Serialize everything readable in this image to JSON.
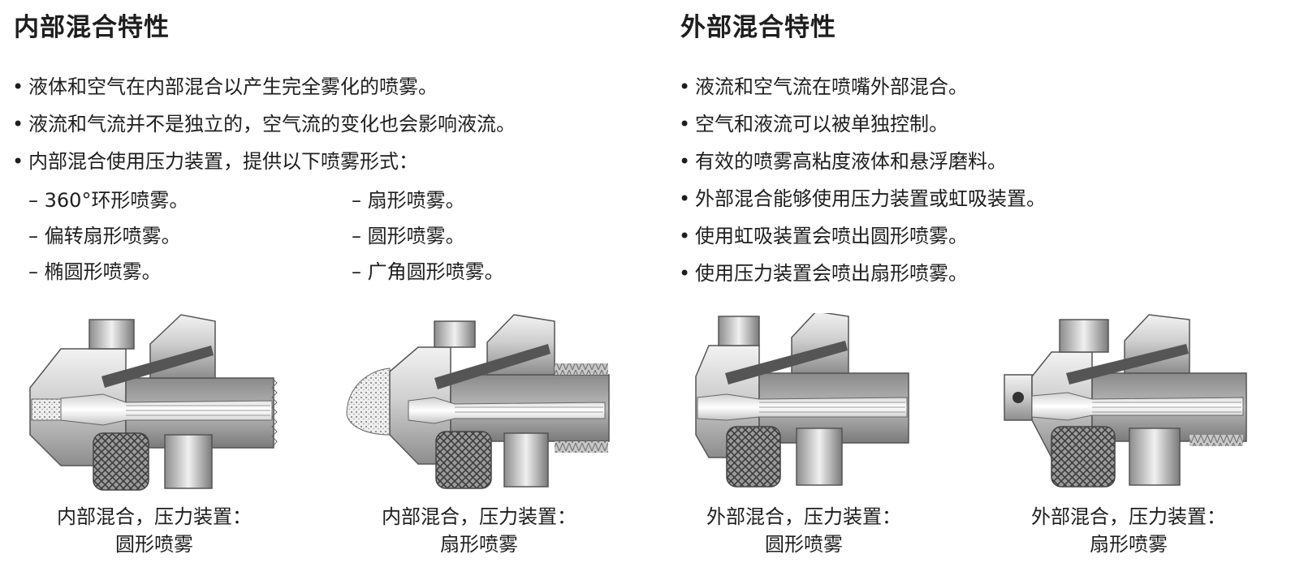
{
  "left": {
    "title": "内部混合特性",
    "bullets": [
      "液体和空气在内部混合以产生完全雾化的喷雾。",
      "液流和气流并不是独立的，空气流的变化也会影响液流。",
      "内部混合使用压力装置，提供以下喷雾形式："
    ],
    "sub_bullets": [
      "– 360°环形喷雾。",
      "– 扇形喷雾。",
      "– 偏转扇形喷雾。",
      "– 圆形喷雾。",
      "– 椭圆形喷雾。",
      "– 广角圆形喷雾。"
    ]
  },
  "right": {
    "title": "外部混合特性",
    "bullets": [
      "液流和空气流在喷嘴外部混合。",
      "空气和液流可以被单独控制。",
      "有效的喷雾高粘度液体和悬浮磨料。",
      "外部混合能够使用压力装置或虹吸装置。",
      "使用虹吸装置会喷出圆形喷雾。",
      "使用压力装置会喷出扇形喷雾。"
    ]
  },
  "bullet_symbol": "•",
  "diagrams": [
    {
      "caption1": "内部混合，压力装置：",
      "caption2": "圆形喷雾"
    },
    {
      "caption1": "内部混合，压力装置：",
      "caption2": "扇形喷雾"
    },
    {
      "caption1": "外部混合，压力装置：",
      "caption2": "圆形喷雾"
    },
    {
      "caption1": "外部混合，压力装置：",
      "caption2": "扇形喷雾"
    }
  ],
  "colors": {
    "metal_dark": "#6e6e6e",
    "metal_mid": "#a8a8a8",
    "metal_light": "#e6e6e6",
    "text": "#1e1e1e"
  }
}
